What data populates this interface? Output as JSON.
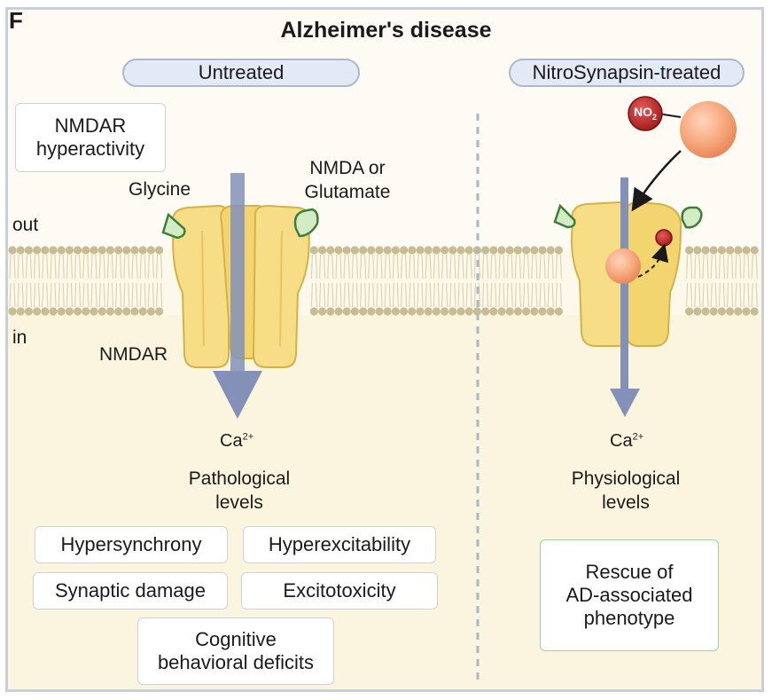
{
  "panel_letter": "F",
  "title": "Alzheimer's disease",
  "pills": {
    "untreated": "Untreated",
    "treated": "NitroSynapsin-treated"
  },
  "labels": {
    "nmdar_hyperactivity": "NMDAR hyperactivity",
    "glycine": "Glycine",
    "nmda_glutamate_line1": "NMDA or",
    "nmda_glutamate_line2": "Glutamate",
    "out": "out",
    "in": "in",
    "nmdar": "NMDAR",
    "ca_left": "Ca",
    "ca_right": "Ca",
    "ca_charge": "2+",
    "pathological_line1": "Pathological",
    "pathological_line2": "levels",
    "physiological_line1": "Physiological",
    "physiological_line2": "levels",
    "no2": "NO",
    "no2_sub": "2"
  },
  "deficits": {
    "hypersynchrony": "Hypersynchrony",
    "hyperexcitability": "Hyperexcitability",
    "synaptic_damage": "Synaptic damage",
    "excitotoxicity": "Excitotoxicity",
    "cognitive_line1": "Cognitive",
    "cognitive_line2": "behavioral deficits"
  },
  "rescue": {
    "line1": "Rescue of",
    "line2": "AD-associated",
    "line3": "phenotype"
  },
  "colors": {
    "channel_fill": "#f6dd86",
    "channel_stroke": "#d2b24b",
    "arrow": "#8390b7",
    "ligand_fill": "#d4ecc6",
    "ligand_stroke": "#3f7d3a",
    "membrane_head": "#c8bc94",
    "no2_red": "#c12b2b",
    "drug_orange": "#f5a37a"
  }
}
